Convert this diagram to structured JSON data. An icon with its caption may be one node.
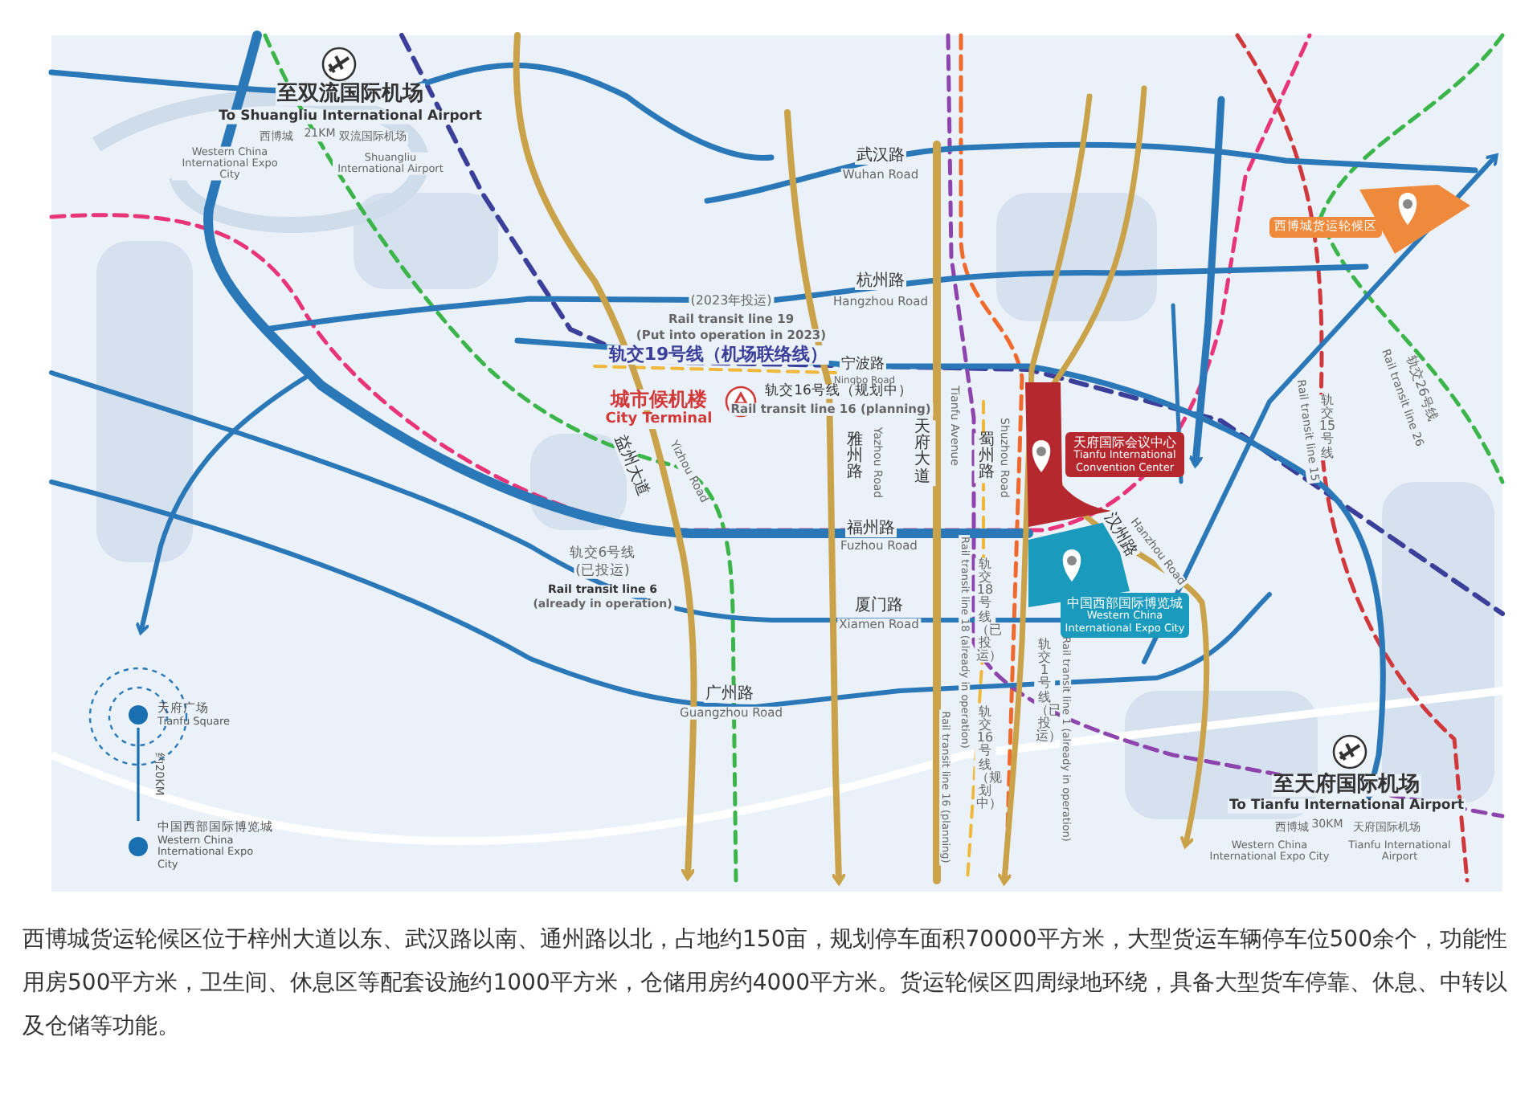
{
  "diagram": {
    "caption": "西博城货运轮候区位于梓州大道以东、武汉路以南、通州路以北，占地约150亩，规划停车面积70000平方米，大型货运车辆停车位500余个，功能性用房500平方米，卫生间、休息区等配套设施约1000平方米，仓储用房约4000平方米。货运轮候区四周绿地环绕，具备大型货车停靠、休息、中转以及仓储等功能。",
    "nodes": [
      {
        "text": [
          "天府国际会议中心",
          "Tianfu International Convention Center"
        ]
      },
      {
        "text": [
          "中国西部国际博览城",
          "Western China International Expo City"
        ]
      },
      {
        "text": [
          "西博城货运轮候区"
        ]
      },
      {
        "text": [
          "天府广场",
          "Tianfu Square"
        ]
      },
      {
        "text": [
          "中国西部国际博览城",
          "Western China International Expo City"
        ]
      }
    ],
    "edges": [
      {
        "from": 3,
        "to": 4,
        "arrow": "none",
        "label": "约20KM"
      }
    ],
    "labels": [
      "至双流国际机场",
      "To Shuangliu International Airport",
      "西博城",
      "21KM",
      "双流国际机场",
      "Western China International Expo City",
      "Shuangliu International Airport",
      "武汉路",
      "Wuhan Road",
      "杭州路",
      "(2023年投运)",
      "Hangzhou Road",
      "Rail transit line 19",
      "(Put into operation in 2023)",
      "轨交19号线（机场联络线）",
      "宁波路",
      "Ningbo Road",
      "城市候机楼",
      "City Terminal",
      "轨交16号线（规划中）",
      "Rail transit line 16 (planning)",
      "益州大道",
      "Yizhou Road",
      "雅州路",
      "Yazhou Road",
      "天府大道",
      "Tianfu Avenue",
      "蜀州路",
      "Shuzhou Road",
      "汉州路",
      "Hanzhou Road",
      "Rail transit line 15",
      "轨交15号线",
      "轨交26号线",
      "Rail transit line 26",
      "福州路",
      "Fuzhou Road",
      "轨交6号线",
      "(已投运)",
      "Rail transit line 6",
      "(already in operation)",
      "厦门路",
      "Xiamen Road",
      "轨交18号线（已投运）",
      "Rail transit line 18 (already in operation)",
      "Rail transit line 16 (planning)",
      "轨交16号线（规划中）",
      "轨交1号线（已投运）",
      "Rail transit line 1 (already in operation)",
      "广州路",
      "Guangzhou Road",
      "至天府国际机场",
      "To Tianfu International Airport",
      "西博城",
      "30KM",
      "天府国际机场",
      "Western China International Expo City",
      "Tianfu International Airport"
    ]
  }
}
